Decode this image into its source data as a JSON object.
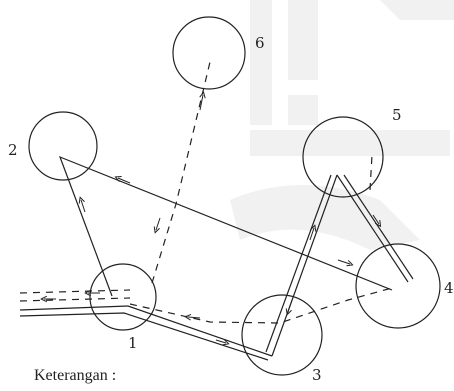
{
  "diagram": {
    "nodes": [
      {
        "id": "1",
        "label": "1"
      },
      {
        "id": "2",
        "label": "2"
      },
      {
        "id": "3",
        "label": "3"
      },
      {
        "id": "4",
        "label": "4"
      },
      {
        "id": "5",
        "label": "5"
      },
      {
        "id": "6",
        "label": "6"
      }
    ],
    "caption": "Keterangan :"
  }
}
